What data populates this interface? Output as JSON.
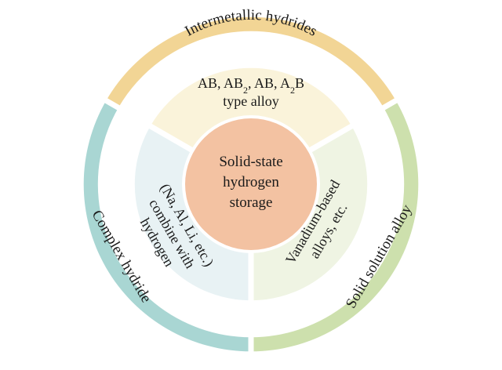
{
  "diagram": {
    "center": {
      "lines": [
        "Solid-state",
        "hydrogen",
        "storage"
      ],
      "color": "#f3c2a2"
    },
    "sectors": [
      {
        "id": "intermetallic",
        "outer_label": "Intermetallic hydrides",
        "inner_line1": [
          "AB, AB",
          "2",
          ", AB, A",
          "2",
          "B"
        ],
        "inner_line2": "type alloy",
        "outer_color": "#f2d595",
        "inner_color": "#faf3da"
      },
      {
        "id": "complex",
        "outer_label": "Complex hydride",
        "inner_lines": [
          "(Na, Al, Li, etc.)",
          "combine with",
          "hydrogen"
        ],
        "outer_color": "#a9d6d3",
        "inner_color": "#e8f2f4"
      },
      {
        "id": "solid-solution",
        "outer_label": "Solid solution alloy",
        "inner_lines": [
          "Vanadium-based",
          "alloys, etc."
        ],
        "outer_color": "#cde0ad",
        "inner_color": "#eff4e3"
      }
    ],
    "separator_color": "#ffffff"
  }
}
